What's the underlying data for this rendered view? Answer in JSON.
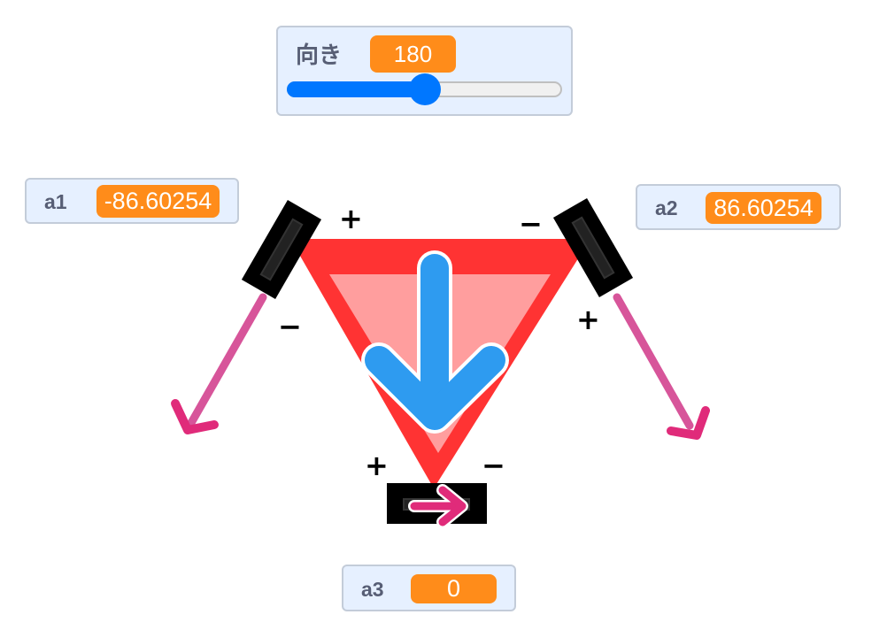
{
  "monitors": {
    "direction": {
      "label": "向き",
      "value": "180",
      "slider_fraction": 0.5
    },
    "a1": {
      "label": "a1",
      "value": "-86.60254"
    },
    "a2": {
      "label": "a2",
      "value": "86.60254"
    },
    "a3": {
      "label": "a3",
      "value": "0"
    }
  },
  "signs": {
    "wheel1_top": "+",
    "wheel1_bottom": "−",
    "wheel2_top": "−",
    "wheel2_bottom": "+",
    "wheel3_left": "+",
    "wheel3_right": "−"
  },
  "colors": {
    "triangle_outer": "#ff3333",
    "triangle_inner": "#ff9e9e",
    "direction_arrow": "#2e9bf0",
    "wheel_arrow": "#e02b7a",
    "wheel_arrow_shaft": "#d7559a",
    "wheel": "#000000",
    "monitor_value_bg": "#ff8c1a",
    "slider_fill": "#0077ff"
  },
  "icons": [
    "direction-arrow-icon",
    "wheel-force-arrow-icon"
  ]
}
